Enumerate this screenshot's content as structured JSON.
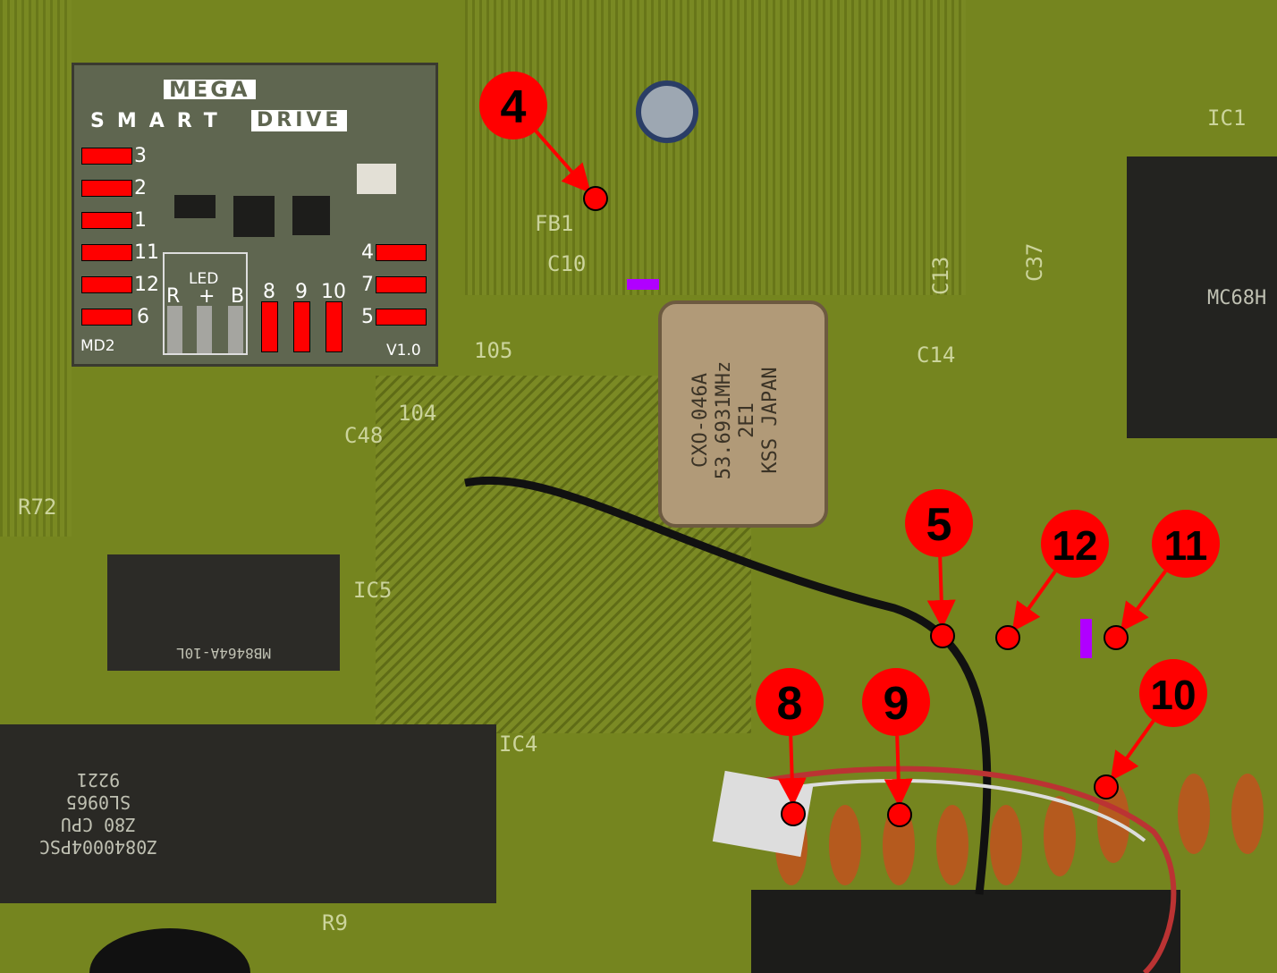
{
  "board": {
    "title_top": "MEGA",
    "title_left": "SMART",
    "title_right": "DRIVE",
    "model": "MD2",
    "version": "V1.0",
    "led_label": "LED",
    "led_pins": [
      "R",
      "+",
      "B"
    ],
    "left_pads": [
      "3",
      "2",
      "1",
      "11",
      "12",
      "6"
    ],
    "right_pads": [
      "4",
      "7",
      "5"
    ],
    "bottom_pads": [
      "8",
      "9",
      "10"
    ],
    "pad_color": "#ff0000"
  },
  "callouts": [
    {
      "label": "4"
    },
    {
      "label": "5"
    },
    {
      "label": "12"
    },
    {
      "label": "11"
    },
    {
      "label": "8"
    },
    {
      "label": "9"
    },
    {
      "label": "10"
    }
  ],
  "crystal": {
    "lines": [
      "CXO-046A",
      "53.6931MHz",
      "2E1",
      "KSS JAPAN"
    ]
  },
  "chips": {
    "ram": "MB8464A-10L",
    "cpu": [
      "Z0840004PSC",
      "Z80 CPU",
      "SL0965",
      "9221"
    ],
    "right": "MC68H"
  },
  "silkscreen": [
    "C10",
    "FB1",
    "C14",
    "C13",
    "C37",
    "C48",
    "R72",
    "IC5",
    "IC4",
    "IC1",
    "R9",
    "104",
    "105"
  ],
  "colors": {
    "callout": "#ff0000",
    "marker": "#b000ff",
    "pcb": "#6f7d1f"
  }
}
